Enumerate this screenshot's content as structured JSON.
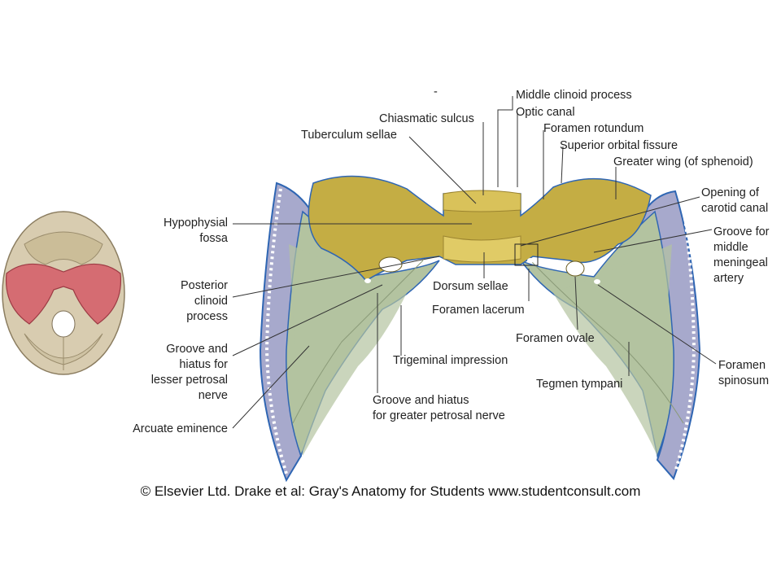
{
  "colors": {
    "background": "#ffffff",
    "sphenoid_yellow": "#c4ad44",
    "temporal_green": "#b3c3a0",
    "parietal_blue": "#a7a9cc",
    "outline_blue": "#2f66b3",
    "highlight_red": "#d56c72",
    "skull_base_tan": "#d8ccb0",
    "leader_line": "#333333"
  },
  "labels": {
    "dash_mark": "-",
    "middle_clinoid_process": "Middle clinoid process",
    "optic_canal": "Optic canal",
    "chiasmatic_sulcus": "Chiasmatic sulcus",
    "foramen_rotundum": "Foramen rotundum",
    "tuberculum_sellae": "Tuberculum sellae",
    "superior_orbital_fissure": "Superior orbital fissure",
    "greater_wing": "Greater wing (of sphenoid)",
    "opening_carotid_canal": "Opening of\ncarotid canal",
    "hypophysial_fossa": "Hypophysial\nfossa",
    "groove_middle_meningeal": "Groove for\nmiddle\nmeningeal\nartery",
    "posterior_clinoid": "Posterior\nclinoid\nprocess",
    "dorsum_sellae": "Dorsum sellae",
    "foramen_lacerum": "Foramen lacerum",
    "foramen_ovale": "Foramen ovale",
    "groove_lesser_petrosal": "Groove and\nhiatus for\nlesser petrosal\nnerve",
    "trigeminal_impression": "Trigeminal impression",
    "foramen_spinosum": "Foramen\nspinosum",
    "tegmen_tympani": "Tegmen tympani",
    "groove_greater_petrosal": "Groove and hiatus\nfor greater petrosal nerve",
    "arcuate_eminence": "Arcuate eminence"
  },
  "caption": "© Elsevier Ltd. Drake et al: Gray's Anatomy for Students www.studentconsult.com"
}
